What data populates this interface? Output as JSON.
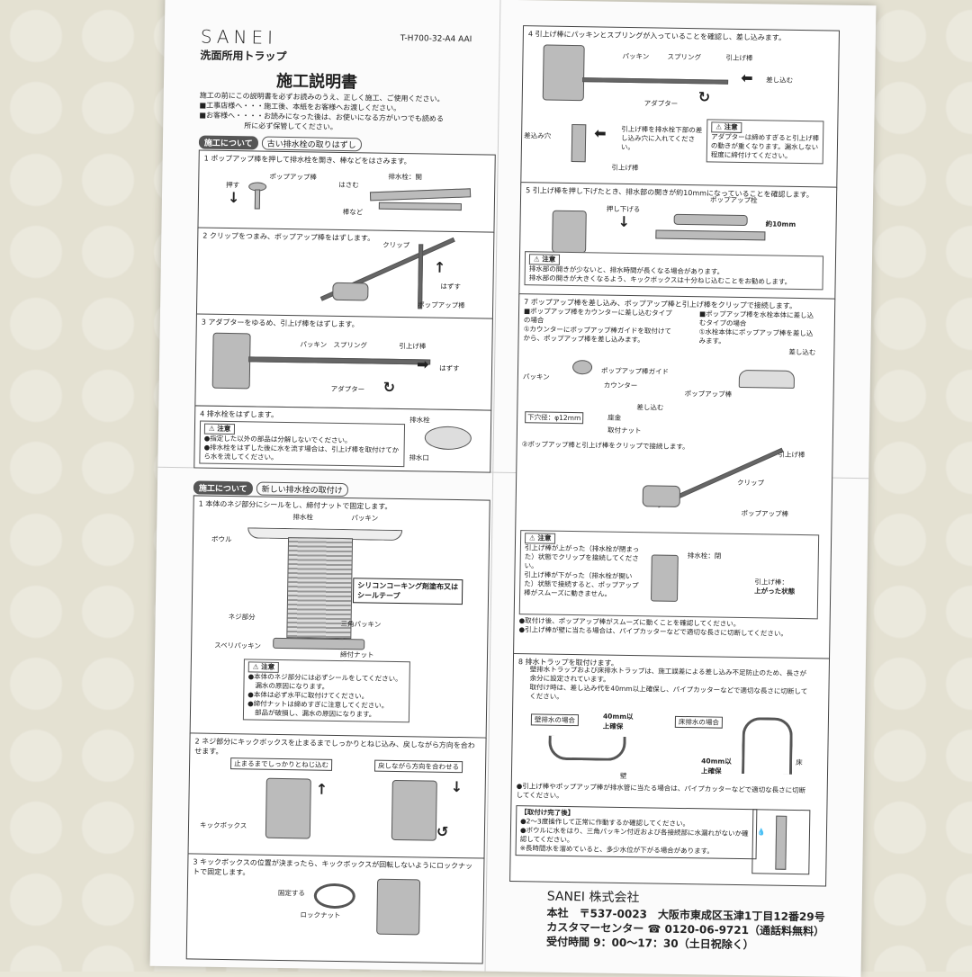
{
  "header": {
    "brand": "SANEI",
    "product": "洗面所用トラップ",
    "model_code": "T-H700-32-A4 AAI",
    "title": "施工説明書"
  },
  "intro": [
    "施工の前にこの説明書を必ずお読みのうえ、正しく施工、ご使用ください。",
    "■工事店様へ・・・施工後、本紙をお客様へお渡しください。",
    "■お客様へ・・・・お読みになった後は、お使いになる方がいつでも読める",
    "所に必ず保管してください。"
  ],
  "section1": {
    "tag": "施工について",
    "label": "古い排水栓の取りはずし"
  },
  "s1": {
    "step1": "1 ポップアップ棒を押して排水栓を開き、棒などをはさみます。",
    "step1_labels": [
      "押す",
      "ポップアップ棒",
      "はさむ",
      "排水栓：開",
      "棒など"
    ],
    "step2": "2 クリップをつまみ、ポップアップ棒をはずします。",
    "step2_labels": [
      "クリップ",
      "はずす",
      "ポップアップ棒"
    ],
    "step3": "3 アダプターをゆるめ、引上げ棒をはずします。",
    "step3_labels": [
      "パッキン",
      "スプリング",
      "引上げ棒",
      "はずす",
      "アダプター"
    ],
    "step4": "4 排水栓をはずします。",
    "step4_caution": [
      "●指定した以外の部品は分解しないでください。",
      "●排水栓をはずした後に水を流す場合は、引上げ棒を取付けてから水を流してください。"
    ],
    "step4_labels": [
      "排水栓",
      "排水口"
    ]
  },
  "caution_label": "注意",
  "section2": {
    "tag": "施工について",
    "label": "新しい排水栓の取付け"
  },
  "s2": {
    "step1": "1 本体のネジ部分にシールをし、締付ナットで固定します。",
    "step1_labels": [
      "排水栓",
      "パッキン",
      "ボウル",
      "シリコンコーキング剤塗布又は",
      "シールテープ",
      "ネジ部分",
      "三角パッキン",
      "スベリパッキン",
      "締付ナット"
    ],
    "step1_caution": [
      "●本体のネジ部分には必ずシールをしてください。",
      "漏水の原因になります。",
      "●本体は必ず水平に取付けてください。",
      "●締付ナットは締めすぎに注意してください。",
      "部品が破損し、漏水の原因になります。"
    ],
    "step2": "2 ネジ部分にキックボックスを止まるまでしっかりとねじ込み、戻しながら方向を合わせます。",
    "step2_labels": [
      "止まるまでしっかりとねじ込む",
      "戻しながら方向を合わせる",
      "キックボックス"
    ],
    "step3": "3 キックボックスの位置が決まったら、キックボックスが回転しないようにロックナットで固定します。",
    "step3_labels": [
      "固定する",
      "ロックナット"
    ]
  },
  "s3": {
    "step4": "4 引上げ棒にパッキンとスプリングが入っていることを確認し、差し込みます。",
    "step4_labels": [
      "パッキン",
      "スプリング",
      "引上げ棒",
      "差し込む",
      "アダプター",
      "差込み穴",
      "引上げ棒を排水栓下部の差し込み穴に入れてください。",
      "引上げ棒"
    ],
    "step4_caution": "アダプターは締めすぎると引上げ棒の動きが重くなります。漏水しない程度に締付けてください。",
    "step5": "5 引上げ棒を押し下げたとき、排水部の開きが約10mmになっていることを確認します。",
    "step5_labels": [
      "ポップアップ栓",
      "押し下げる",
      "約10mm"
    ],
    "step5_caution": [
      "排水部の開きが少ないと、排水時間が長くなる場合があります。",
      "排水部の開きが大きくなるよう、キックボックスは十分ねじ込むことをお勧めします。"
    ],
    "step7": "7 ポップアップ棒を差し込み、ポップアップ棒と引上げ棒をクリップで接続します。",
    "step7_a": [
      "■ポップアップ棒をカウンターに差し込むタイプの場合",
      "①カウンターにポップアップ棒ガイドを取付けてから、ポップアップ棒を差し込みます。"
    ],
    "step7_b": [
      "■ポップアップ棒を水栓本体に差し込むタイプの場合",
      "①水栓本体にポップアップ棒を差し込みます。"
    ],
    "step7_labels": [
      "パッキン",
      "ポップアップ棒ガイド",
      "カウンター",
      "下穴径：φ12mm",
      "座金",
      "取付ナット",
      "差し込む",
      "ポップアップ棒",
      "差し込む",
      "引上げ棒",
      "クリップ",
      "ポップアップ棒"
    ],
    "step7_2": "②ポップアップ棒と引上げ棒をクリップで接続します。",
    "step7_caution": [
      "引上げ棒が上がった（排水栓が閉まった）状態でクリップを接続してください。",
      "引上げ棒が下がった（排水栓が開いた）状態で接続すると、ポップアップ棒がスムーズに動きません。"
    ],
    "step7_labels2": [
      "排水栓：閉",
      "引上げ棒：",
      "上がった状態"
    ],
    "step7_notes": [
      "●取付け後、ポップアップ棒がスムーズに動くことを確認してください。",
      "●引上げ棒が壁に当たる場合は、パイプカッターなどで適切な長さに切断してください。"
    ],
    "step8": "8 排水トラップを取付けます。",
    "step8_text": [
      "壁排水トラップおよび床排水トラップは、施工誤差による差し込み不足防止のため、長さが余分に設定されています。",
      "取付け時は、差し込み代を40mm以上確保し、パイプカッターなどで適切な長さに切断してください。"
    ],
    "step8_labels": [
      "壁排水の場合",
      "40mm以上確保",
      "壁",
      "床排水の場合",
      "40mm以上確保",
      "床"
    ],
    "step8_note": [
      "●引上げ棒やポップアップ棒が排水管に当たる場合は、パイプカッターなどで適切な長さに切断してください。"
    ],
    "done_title": "【取付け完了後】",
    "done": [
      "●2〜3度操作して正常に作動するか確認してください。",
      "●ボウルに水をはり、三角パッキン付近および各接続部に水漏れがないか確認してください。",
      "※長時間水を溜めていると、多少水位が下がる場合があります。"
    ]
  },
  "footer": {
    "company": "SANEI 株式会社",
    "address": "本社　〒537-0023　大阪市東成区玉津1丁目12番29号",
    "support": "カスタマーセンター ☎ 0120-06-9721（通話料無料）",
    "hours": "受付時間 9：00〜17：30（土日祝除く）"
  }
}
